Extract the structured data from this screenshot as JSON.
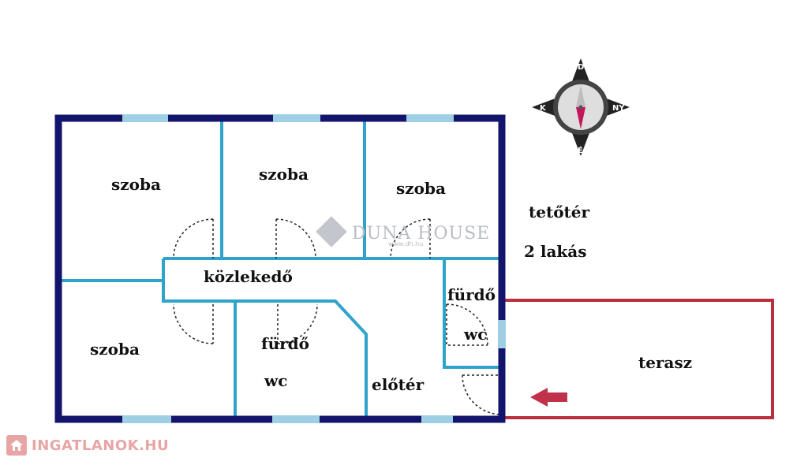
{
  "rooms": {
    "room_1": "szoba",
    "room_2": "szoba",
    "room_3": "szoba",
    "room_4": "szoba",
    "corridor": "közlekedő",
    "bath_1": "fürdő",
    "wc_1": "wc",
    "bath_2": "fürdő",
    "wc_2": "wc",
    "hall": "előtér",
    "terrace": "terasz"
  },
  "info": {
    "level": "tetőtér",
    "units": "2 lakás"
  },
  "compass": {
    "north": "É",
    "south": "D",
    "east": "K",
    "west": "NY"
  },
  "watermark": {
    "name": "DUNA HOUSE",
    "url": "www.dh.hu"
  },
  "brand": {
    "logo_text": "INGATLANOK.HU"
  },
  "colors": {
    "outer_wall": "#13146b",
    "inner_wall": "#2fa3c9",
    "window": "#9ecfe4",
    "terrace_outline": "#b8303d",
    "arrow": "#c0314a",
    "brand": "#e8a5a5"
  }
}
